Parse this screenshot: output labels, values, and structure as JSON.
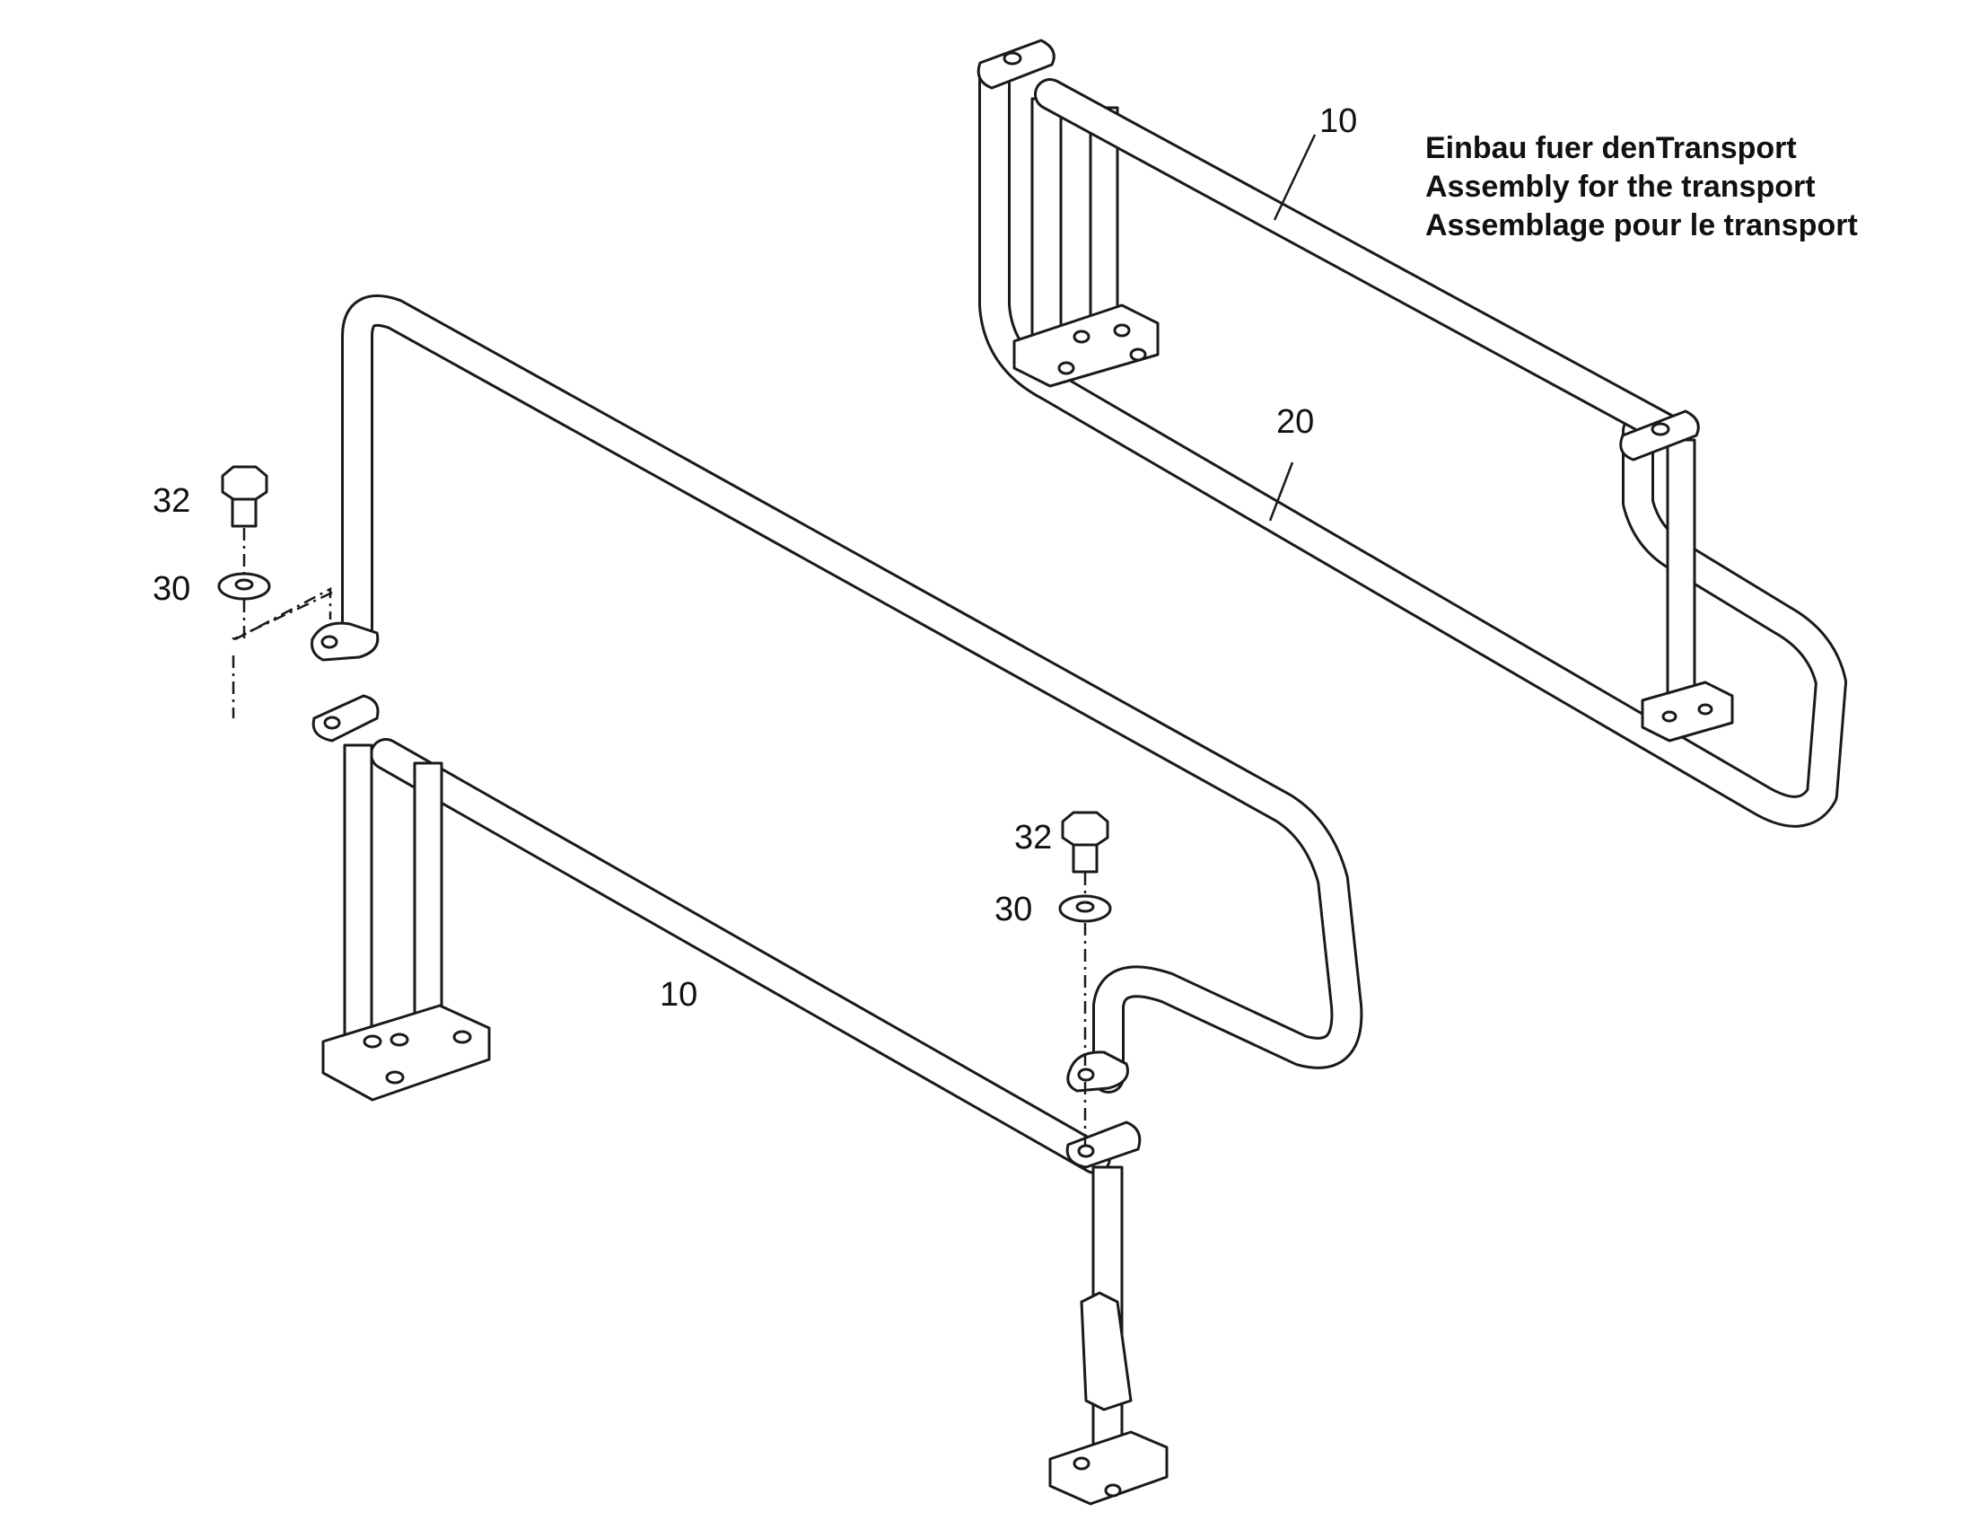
{
  "caption": {
    "line_de": "Einbau fuer denTransport",
    "line_en": "Assembly for the transport",
    "line_fr": "Assemblage pour le transport"
  },
  "callouts": {
    "left_bolt": "32",
    "left_washer": "30",
    "mid_bolt": "32",
    "mid_washer": "30",
    "front_rail": "10",
    "rear_rail": "10",
    "rear_guard": "20"
  }
}
